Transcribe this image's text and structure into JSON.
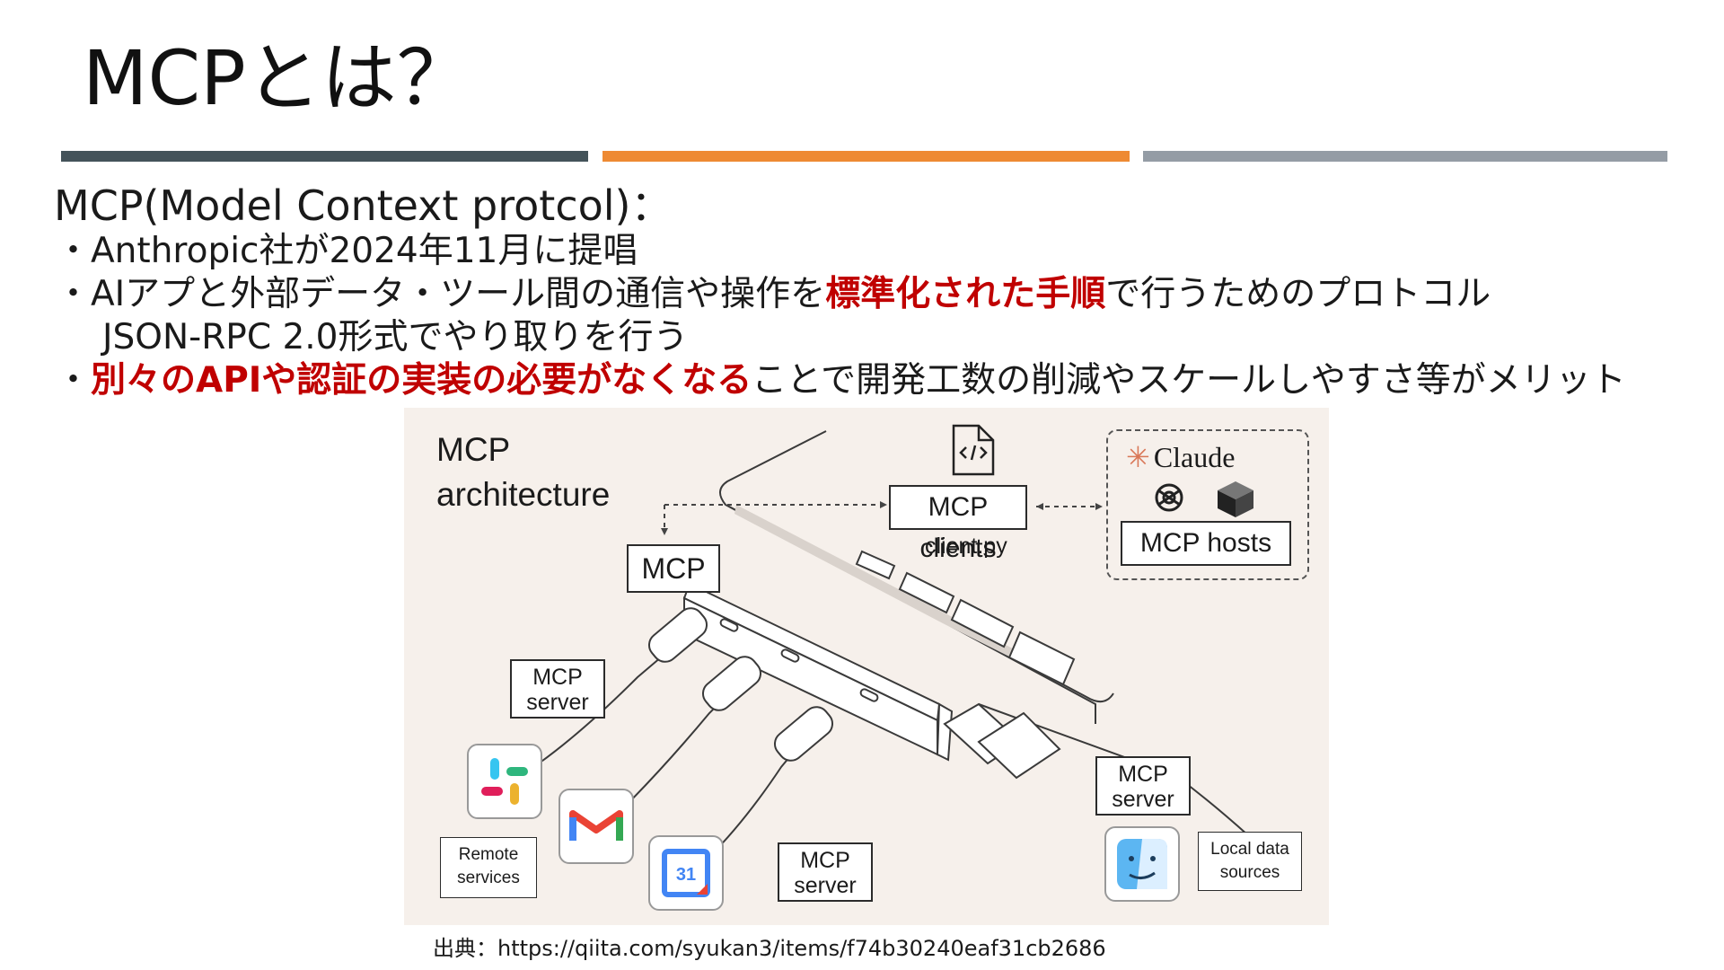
{
  "slide": {
    "title": "MCPとは？",
    "colors": {
      "bar1": "#44535a",
      "bar2": "#ee8a33",
      "bar3": "#949ca5",
      "accent_red": "#c00000"
    },
    "heading": "MCP(Model Context protcol)：",
    "bullet1": "・Anthropic社が2024年11月に提唱",
    "bullet2_pre": "・AIアプと外部データ・ツール間の通信や操作を",
    "bullet2_em": "標準化された手順",
    "bullet2_post": "で行うためのプロトコル",
    "bullet2_cont": "JSON-RPC 2.0形式でやり取りを行う",
    "bullet3_pre": "・",
    "bullet3_em": "別々のAPIや認証の実装の必要がなくなる",
    "bullet3_post": "ことで開発工数の削減やスケールしやすさ等がメリット",
    "source": "出典：https://qiita.com/syukan3/items/f74b30240eaf31cb2686"
  },
  "figure": {
    "title_line1": "MCP",
    "title_line2": "architecture",
    "mcp_label": "MCP",
    "clients_label": "MCP clients",
    "client_file": "client.py",
    "claude": "Claude",
    "hosts_label": "MCP hosts",
    "server_line1": "MCP",
    "server_line2": "server",
    "remote_line1": "Remote",
    "remote_line2": "services",
    "local_line1": "Local data",
    "local_line2": "sources",
    "calendar_day": "31",
    "icons": [
      "file-code-icon",
      "claude-icon",
      "openai-icon",
      "cube-icon",
      "slack-icon",
      "gmail-icon",
      "google-calendar-icon",
      "finder-icon"
    ]
  }
}
